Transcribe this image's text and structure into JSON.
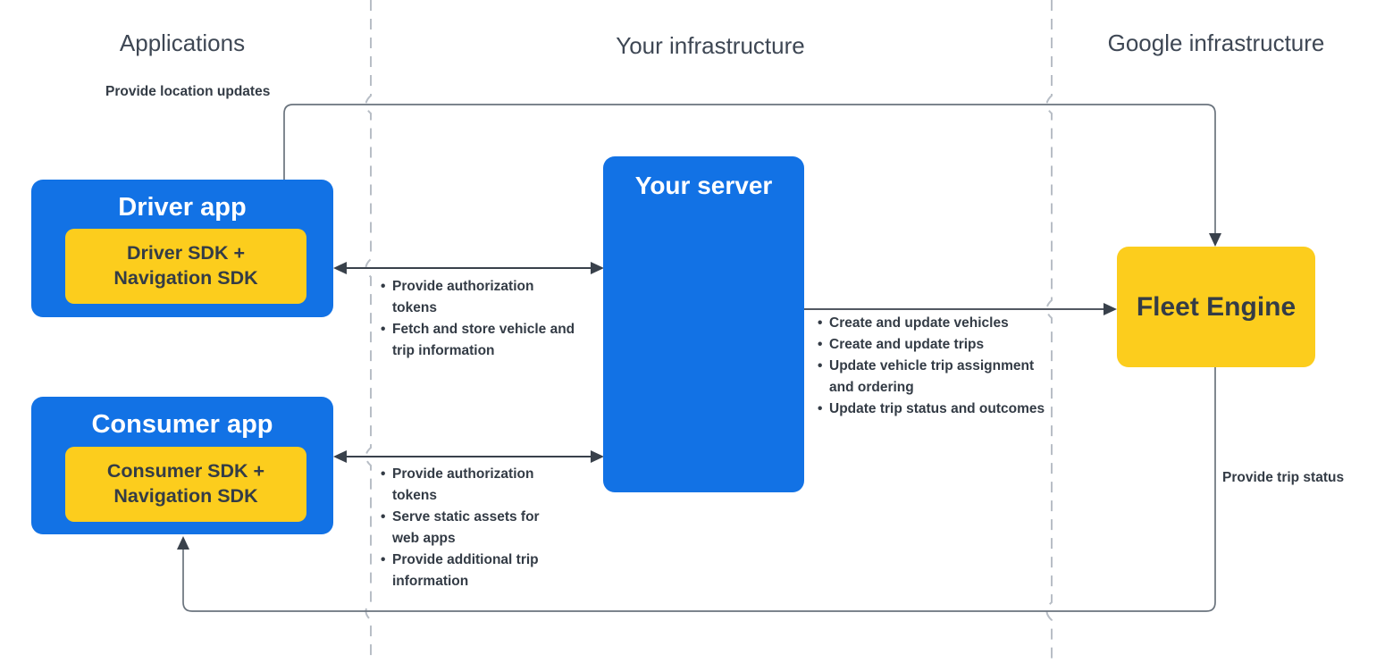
{
  "lanes": {
    "applications": "Applications",
    "your_infrastructure": "Your infrastructure",
    "google_infrastructure": "Google infrastructure"
  },
  "nodes": {
    "driver_app": {
      "title": "Driver app",
      "sdk": "Driver SDK +\nNavigation SDK"
    },
    "consumer_app": {
      "title": "Consumer app",
      "sdk": "Consumer SDK +\nNavigation SDK"
    },
    "your_server": {
      "title": "Your server"
    },
    "fleet_engine": {
      "title": "Fleet Engine"
    }
  },
  "edges": {
    "location_updates": {
      "label": "Provide location updates"
    },
    "trip_status": {
      "label": "Provide trip status"
    },
    "driver_server": {
      "bullets": [
        "Provide authorization tokens",
        "Fetch and store vehicle and trip information"
      ]
    },
    "server_fleet": {
      "bullets": [
        "Create and update vehicles",
        "Create and update trips",
        "Update vehicle trip assignment and ordering",
        "Update trip status and outcomes"
      ]
    },
    "consumer_server": {
      "bullets": [
        "Provide authorization tokens",
        "Serve static assets for web apps",
        "Provide additional trip information"
      ]
    }
  },
  "colors": {
    "node_blue": "#1272e5",
    "node_yellow": "#fccd1d",
    "arrow_dark": "#39414b",
    "loop_line": "#6a737d",
    "lane_divider": "#b8bec6",
    "header_text": "#3e4754",
    "body_text": "#333b45"
  }
}
